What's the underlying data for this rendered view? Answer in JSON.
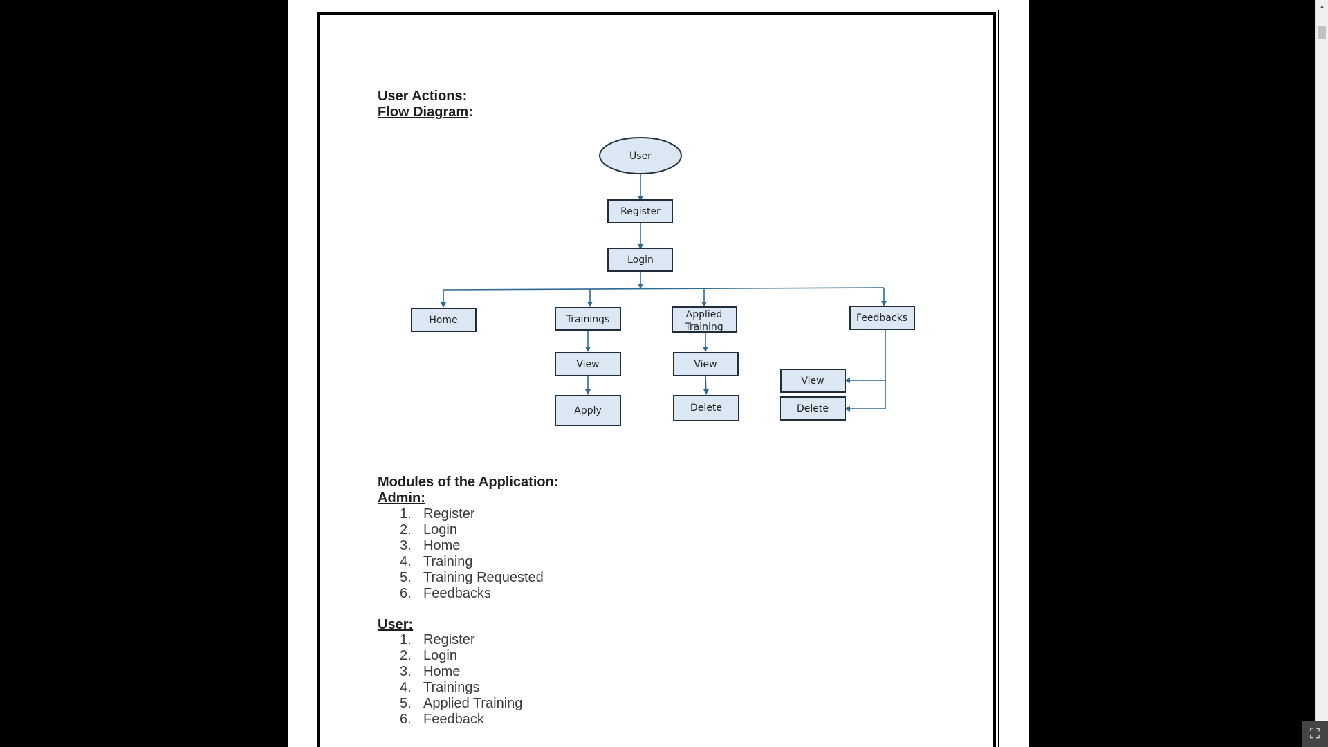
{
  "document": {
    "heading_actions": "User Actions:",
    "heading_flow": "Flow Diagram",
    "heading_flow_colon": ":",
    "heading_modules": "Modules of the Application:",
    "admin_label": "Admin:",
    "admin_items": [
      {
        "num": "1.",
        "text": "Register"
      },
      {
        "num": "2.",
        "text": "Login"
      },
      {
        "num": "3.",
        "text": "Home"
      },
      {
        "num": "4.",
        "text": "Training"
      },
      {
        "num": "5.",
        "text": "Training Requested"
      },
      {
        "num": "6.",
        "text": "Feedbacks"
      }
    ],
    "user_label": "User:",
    "user_items": [
      {
        "num": "1.",
        "text": "Register"
      },
      {
        "num": "2.",
        "text": "Login"
      },
      {
        "num": "3.",
        "text": "Home"
      },
      {
        "num": "4.",
        "text": "Trainings"
      },
      {
        "num": "5.",
        "text": "Applied Training"
      },
      {
        "num": "6.",
        "text": "Feedback"
      }
    ]
  },
  "diagram": {
    "user": "User",
    "register": "Register",
    "login": "Login",
    "home": "Home",
    "trainings": "Trainings",
    "applied_training_1": "Applied",
    "applied_training_2": "Training",
    "feedbacks": "Feedbacks",
    "trainings_view": "View",
    "trainings_apply": "Apply",
    "applied_view": "View",
    "applied_delete": "Delete",
    "feedbacks_view": "View",
    "feedbacks_delete": "Delete",
    "box_fill": "#dbe7f3",
    "connector_color": "#2f6a93"
  },
  "icons": {
    "scroll_up": "▲",
    "exit_fullscreen": "⛶"
  }
}
